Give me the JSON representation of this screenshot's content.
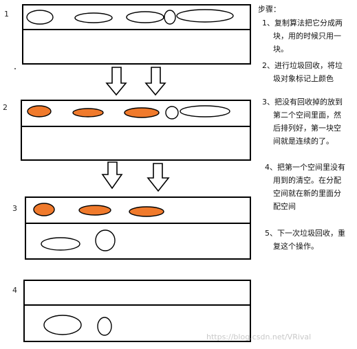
{
  "steps": [
    {
      "number": "1"
    },
    {
      "number": "2"
    },
    {
      "number": "3"
    },
    {
      "number": "4"
    }
  ],
  "notes": {
    "title": "步骤：",
    "items": [
      {
        "lines": [
          "1、复制算法把它分成两",
          "块，用的时候只用一",
          "块。"
        ]
      },
      {
        "lines": [
          "2、进行垃圾回收，将垃",
          "圾对象标记上颜色"
        ]
      },
      {
        "lines": [
          "3、把没有回收掉的放到",
          "第二个空间里面，然",
          "后排列好，第一块空",
          "间就是连续的了。"
        ]
      },
      {
        "lines": [
          "4、把第一个空间里没有",
          "用到的清空。在分配",
          "空间就在新的里面分",
          "配空间"
        ]
      },
      {
        "lines": [
          "5、下一次垃圾回收，重",
          "复这个操作。"
        ]
      }
    ]
  },
  "watermark": "https://blog.csdn.net/VRival",
  "colors": {
    "marked": "#f07a2c",
    "stroke": "#000000",
    "background": "#ffffff"
  }
}
